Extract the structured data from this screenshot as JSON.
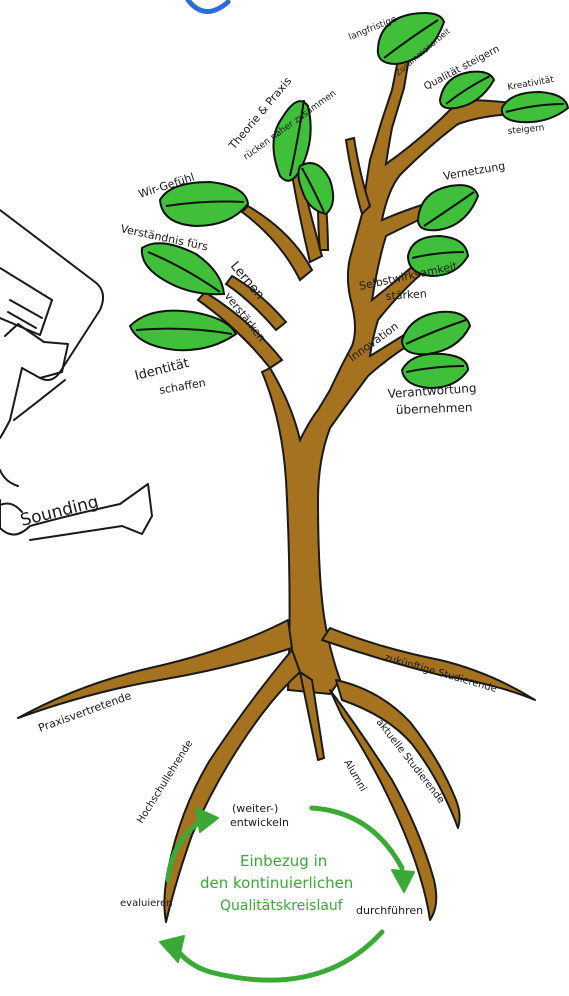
{
  "labels": {
    "langfristige_zusammenarbeit": {
      "line1": "langfristige",
      "line2": "Zusammenarbeit"
    },
    "qualitaet_steigern": "Qualität steigern",
    "kreativitaet_steigern": {
      "line1": "Kreativität",
      "line2": "steigern"
    },
    "theorie_praxis": {
      "line1": "Theorie & Praxis",
      "line2": "rücken näher zusammen"
    },
    "vernetzung": "Vernetzung",
    "wir_gefuehl": "Wir-Gefühl",
    "verstaendnis_lernen": {
      "line1": "Verständnis fürs",
      "line2": "Lernen",
      "line3": "verstärken"
    },
    "selbstwirksamkeit": {
      "line1": "Selbstwirksamkeit",
      "line2": "stärken"
    },
    "innovation": "Innovation",
    "identitaet": {
      "line1": "Identität",
      "line2": "schaffen"
    },
    "verantwortung": {
      "line1": "Verantwortung",
      "line2": "übernehmen"
    },
    "sounding": "Sounding",
    "praxisvertretende": "Praxisvertretende",
    "zukuenftige_studierende": "zukünftige Studierende",
    "hochschullehrende": "Hochschullehrende",
    "aktuelle_studierende": "aktuelle Studierende",
    "alumni": "Alumni"
  },
  "cycle": {
    "center": {
      "line1": "Einbezug in",
      "line2": "den kontinuierlichen",
      "line3": "Qualitätskreislauf"
    },
    "step_top": {
      "line1": "(weiter-)",
      "line2": "entwickeln"
    },
    "step_right": "durchführen",
    "step_left": "evaluieren"
  },
  "colors": {
    "trunk": "#a5731f",
    "leaf": "#3fbf3a",
    "cycle_green": "#3aa935",
    "outline": "#111111",
    "header_blue": "#2f6bd8"
  }
}
